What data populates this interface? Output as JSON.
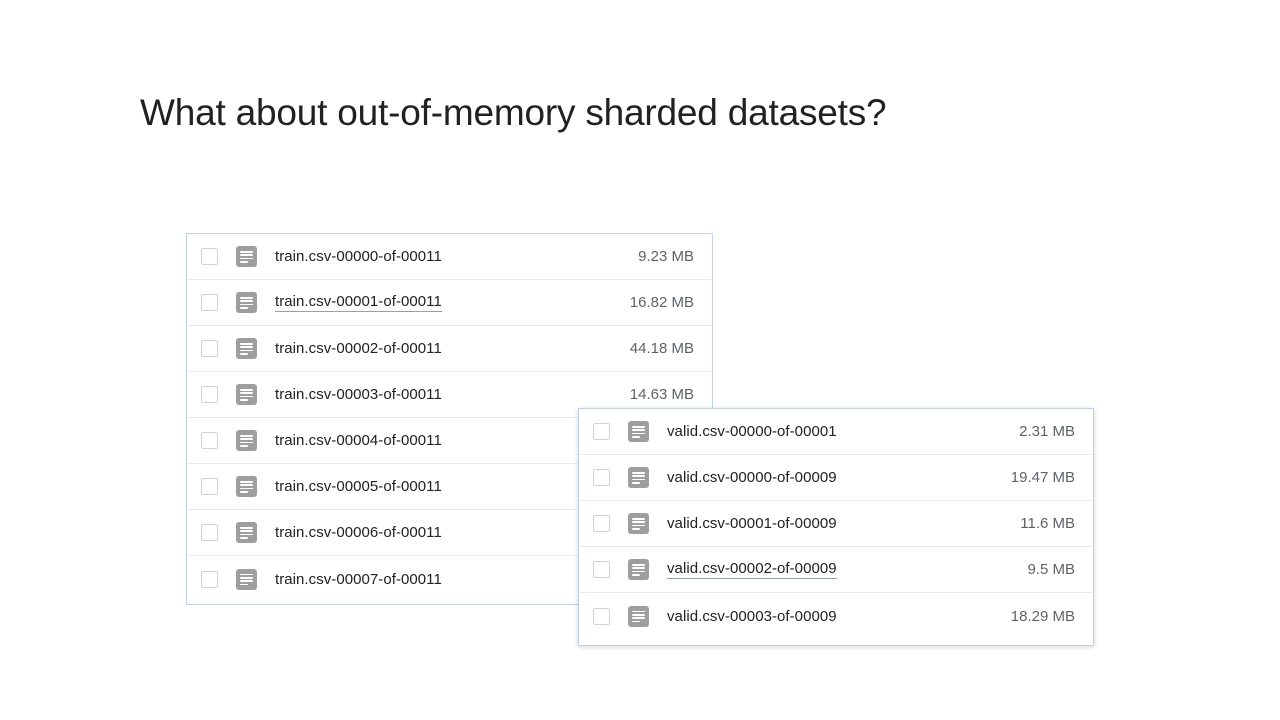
{
  "slide": {
    "title": "What about out-of-memory sharded datasets?",
    "background_color": "#ffffff",
    "title_color": "#202124"
  },
  "panels": [
    {
      "id": "train-file-list",
      "name": "train-shards-panel",
      "border_color": "#c5d3e0",
      "rows": [
        {
          "checked": false,
          "icon": "csv-file-icon",
          "name": "train.csv-00000-of-00011",
          "size": "9.23 MB",
          "hovered": false
        },
        {
          "checked": false,
          "icon": "csv-file-icon",
          "name": "train.csv-00001-of-00011",
          "size": "16.82 MB",
          "hovered": true
        },
        {
          "checked": false,
          "icon": "csv-file-icon",
          "name": "train.csv-00002-of-00011",
          "size": "44.18 MB",
          "hovered": false
        },
        {
          "checked": false,
          "icon": "csv-file-icon",
          "name": "train.csv-00003-of-00011",
          "size": "14.63 MB",
          "hovered": false
        },
        {
          "checked": false,
          "icon": "csv-file-icon",
          "name": "train.csv-00004-of-00011",
          "size": "",
          "hovered": false
        },
        {
          "checked": false,
          "icon": "csv-file-icon",
          "name": "train.csv-00005-of-00011",
          "size": "",
          "hovered": false
        },
        {
          "checked": false,
          "icon": "csv-file-icon",
          "name": "train.csv-00006-of-00011",
          "size": "",
          "hovered": false
        },
        {
          "checked": false,
          "icon": "csv-file-icon",
          "name": "train.csv-00007-of-00011",
          "size": "",
          "hovered": false
        }
      ]
    },
    {
      "id": "valid-file-list",
      "name": "valid-shards-panel",
      "border_color": "#c5d3e0",
      "rows": [
        {
          "checked": false,
          "icon": "csv-file-icon",
          "name": "valid.csv-00000-of-00001",
          "size": "2.31 MB",
          "hovered": false
        },
        {
          "checked": false,
          "icon": "csv-file-icon",
          "name": "valid.csv-00000-of-00009",
          "size": "19.47 MB",
          "hovered": false
        },
        {
          "checked": false,
          "icon": "csv-file-icon",
          "name": "valid.csv-00001-of-00009",
          "size": "11.6 MB",
          "hovered": false
        },
        {
          "checked": false,
          "icon": "csv-file-icon",
          "name": "valid.csv-00002-of-00009",
          "size": "9.5 MB",
          "hovered": true
        },
        {
          "checked": false,
          "icon": "csv-file-icon",
          "name": "valid.csv-00003-of-00009",
          "size": "18.29 MB",
          "hovered": false
        }
      ]
    }
  ]
}
